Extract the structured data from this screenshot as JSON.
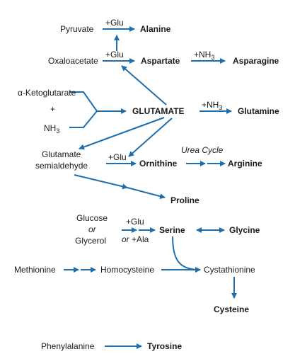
{
  "nodes": {
    "pyruvate": "Pyruvate",
    "alanine": "Alanine",
    "oxaloacetate": "Oxaloacetate",
    "aspartate": "Aspartate",
    "asparagine": "Asparagine",
    "alpha_ketoglutarate": "α-Ketoglutarate",
    "plus": "+",
    "nh3": "NH",
    "nh3_sub": "3",
    "glutamate": "GLUTAMATE",
    "glutamine": "Glutamine",
    "glutamate_semialdehyde_1": "Glutamate",
    "glutamate_semialdehyde_2": "semialdehyde",
    "ornithine": "Ornithine",
    "arginine": "Arginine",
    "proline": "Proline",
    "glucose": "Glucose",
    "or": "or",
    "glycerol": "Glycerol",
    "serine": "Serine",
    "glycine": "Glycine",
    "methionine": "Methionine",
    "homocysteine": "Homocysteine",
    "cystathionine": "Cystathionine",
    "cysteine": "Cysteine",
    "phenylalanine": "Phenylalanine",
    "tyrosine": "Tyrosine"
  },
  "labels": {
    "glu_alanine": "+Glu",
    "glu_aspartate": "+Glu",
    "nh3_asparagine": "+NH",
    "nh3_asparagine_sub": "3",
    "nh3_glutamine": "+NH",
    "nh3_glutamine_sub": "3",
    "glu_ornithine": "+Glu",
    "urea_cycle": "Urea Cycle",
    "glu_serine": "+Glu",
    "or_ala_or": "or",
    "or_ala_ala": " +Ala"
  },
  "colors": {
    "arrow": "#1f6fae",
    "text": "#1a1a1a"
  }
}
